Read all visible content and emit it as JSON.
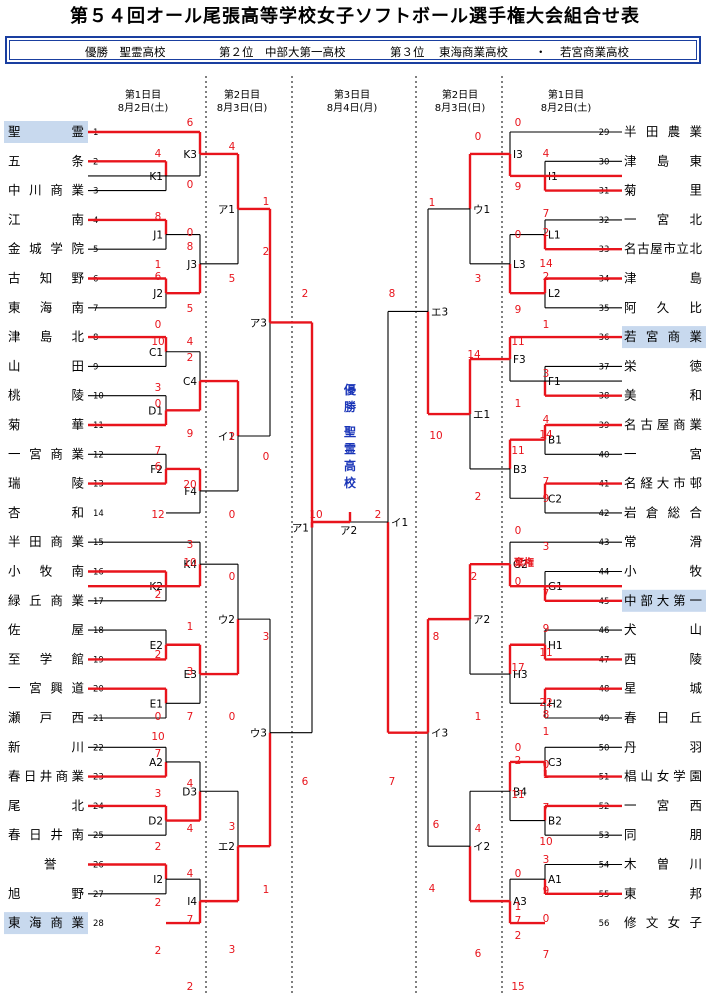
{
  "title": "第５４回オール尾張高等学校女子ソフトボール選手権大会組合せ表",
  "results": {
    "winner": "優勝　聖霊高校",
    "second": "第２位　中部大第一高校",
    "third_label": "第３位",
    "third_a": "東海商業高校",
    "third_sep": "・",
    "third_b": "若宮商業高校"
  },
  "day_headers": {
    "left_day1": [
      "第1日目",
      "8月2日(土)"
    ],
    "left_day2": [
      "第2日目",
      "8月3日(日)"
    ],
    "center_day3": [
      "第3日目",
      "8月4日(月)"
    ],
    "right_day2": [
      "第2日目",
      "8月3日(日)"
    ],
    "right_day1": [
      "第1日目",
      "8月2日(土)"
    ]
  },
  "champion_vertical": [
    "優",
    "勝",
    "聖",
    "霊",
    "高",
    "校"
  ],
  "forfeit_label": "棄権",
  "teams_left": [
    {
      "no": "1",
      "name": "聖　　霊",
      "seed": true
    },
    {
      "no": "2",
      "name": "五　　条"
    },
    {
      "no": "3",
      "name": "中川商業"
    },
    {
      "no": "4",
      "name": "江　　南"
    },
    {
      "no": "5",
      "name": "金城学院"
    },
    {
      "no": "6",
      "name": "古 知 野"
    },
    {
      "no": "7",
      "name": "東 海 南"
    },
    {
      "no": "8",
      "name": "津 島 北"
    },
    {
      "no": "9",
      "name": "山　　田"
    },
    {
      "no": "10",
      "name": "桃　　陵"
    },
    {
      "no": "11",
      "name": "菊　　華"
    },
    {
      "no": "12",
      "name": "一宮商業"
    },
    {
      "no": "13",
      "name": "瑞　　陵"
    },
    {
      "no": "14",
      "name": "杏　　和"
    },
    {
      "no": "15",
      "name": "半田商業"
    },
    {
      "no": "16",
      "name": "小 牧 南"
    },
    {
      "no": "17",
      "name": "緑丘商業"
    },
    {
      "no": "18",
      "name": "佐　　屋"
    },
    {
      "no": "19",
      "name": "至 学 館"
    },
    {
      "no": "20",
      "name": "一宮興道"
    },
    {
      "no": "21",
      "name": "瀬 戸 西"
    },
    {
      "no": "22",
      "name": "新　　川"
    },
    {
      "no": "23",
      "name": "春日井商業"
    },
    {
      "no": "24",
      "name": "尾　　北"
    },
    {
      "no": "25",
      "name": "春日井南"
    },
    {
      "no": "26",
      "name": "誉"
    },
    {
      "no": "27",
      "name": "旭　　野"
    },
    {
      "no": "28",
      "name": "東海商業",
      "seed": true
    }
  ],
  "teams_right": [
    {
      "no": "29",
      "name": "半田農業"
    },
    {
      "no": "30",
      "name": "津 島 東"
    },
    {
      "no": "31",
      "name": "菊　　里"
    },
    {
      "no": "32",
      "name": "一 宮 北"
    },
    {
      "no": "33",
      "name": "名古屋市立北"
    },
    {
      "no": "34",
      "name": "津　　島"
    },
    {
      "no": "35",
      "name": "阿 久 比"
    },
    {
      "no": "36",
      "name": "若宮商業",
      "seed": true
    },
    {
      "no": "37",
      "name": "栄　　徳"
    },
    {
      "no": "38",
      "name": "美　　和"
    },
    {
      "no": "39",
      "name": "名古屋商業"
    },
    {
      "no": "40",
      "name": "一　　宮"
    },
    {
      "no": "41",
      "name": "名経大市邨"
    },
    {
      "no": "42",
      "name": "岩倉総合"
    },
    {
      "no": "43",
      "name": "常　　滑"
    },
    {
      "no": "44",
      "name": "小　　牧"
    },
    {
      "no": "45",
      "name": "中部大第一",
      "seed": true
    },
    {
      "no": "46",
      "name": "犬　　山"
    },
    {
      "no": "47",
      "name": "西　　陵"
    },
    {
      "no": "48",
      "name": "星　　城"
    },
    {
      "no": "49",
      "name": "春 日 丘"
    },
    {
      "no": "50",
      "name": "丹　　羽"
    },
    {
      "no": "51",
      "name": "椙山女学園"
    },
    {
      "no": "52",
      "name": "一 宮 西"
    },
    {
      "no": "53",
      "name": "同　　朋"
    },
    {
      "no": "54",
      "name": "木 曽 川"
    },
    {
      "no": "55",
      "name": "東　　邦"
    },
    {
      "no": "56",
      "name": "修文女子"
    }
  ],
  "match_labels": {
    "K3": "K3",
    "K1": "K1",
    "J1": "J1",
    "J3": "J3",
    "J2": "J2",
    "C1": "C1",
    "C4": "C4",
    "D1": "D1",
    "F2": "F2",
    "F4": "F4",
    "K4": "K4",
    "K2": "K2",
    "E2": "E2",
    "E3": "E3",
    "E1": "E1",
    "A2": "A2",
    "D3": "D3",
    "D2": "D2",
    "I2": "I2",
    "I4": "I4",
    "ア1": "ア1",
    "ア3": "ア3",
    "イ1L": "イ1",
    "ウ2": "ウ2",
    "ウ3": "ウ3",
    "エ2": "エ2",
    "ア1F": "ア1",
    "I3": "I3",
    "I1": "I1",
    "L1": "L1",
    "L3": "L3",
    "L2": "L2",
    "F3": "F3",
    "F1": "F1",
    "B1": "B1",
    "B3": "B3",
    "C2": "C2",
    "G2": "G2",
    "G1": "G1",
    "H1": "H1",
    "H3": "H3",
    "H2": "H2",
    "C3": "C3",
    "B4": "B4",
    "B2": "B2",
    "A1": "A1",
    "A3": "A3",
    "ウ1": "ウ1",
    "エ3": "エ3",
    "エ1": "エ1",
    "ア2R": "ア2",
    "イ3": "イ3",
    "イ2": "イ2",
    "イ1F": "イ1",
    "ア2F": "ア2"
  },
  "scores": {
    "left": [
      "6",
      "4",
      "0",
      "8",
      "8",
      "0",
      "1",
      "6",
      "5",
      "0",
      "10",
      "2",
      "3",
      "0",
      "9",
      "7",
      "6",
      "20",
      "12",
      "0",
      "2",
      "5",
      "4",
      "1",
      "0",
      "2",
      "10",
      "3",
      "10",
      "2",
      "1",
      "2",
      "3",
      "0",
      "7",
      "10",
      "7",
      "0",
      "3",
      "0",
      "4",
      "3",
      "4",
      "2",
      "4",
      "2",
      "7",
      "2",
      "2",
      "3",
      "3",
      "1",
      "6",
      "2",
      "4"
    ],
    "right": [
      "0",
      "4",
      "9",
      "7",
      "2",
      "0",
      "14",
      "2",
      "9",
      "1",
      "11",
      "3",
      "1",
      "4",
      "14",
      "11",
      "7",
      "9",
      "0",
      "3",
      "0",
      "7",
      "9",
      "10",
      "2",
      "3",
      "1",
      "0",
      "14",
      "8",
      "1",
      "17",
      "22",
      "8",
      "0",
      "11",
      "7",
      "10",
      "0",
      "9",
      "0",
      "1",
      "7",
      "15",
      "4",
      "6",
      "4",
      "7",
      "8",
      "2",
      "11",
      "2",
      "0",
      "1",
      "3",
      "7",
      "2",
      "2",
      "6",
      "1"
    ]
  },
  "colors": {
    "win_line": "#e8141c",
    "line": "#000000",
    "seed_bg": "#c8d9ee",
    "border": "#1a3fa0",
    "champ_text": "#1a35b8"
  }
}
